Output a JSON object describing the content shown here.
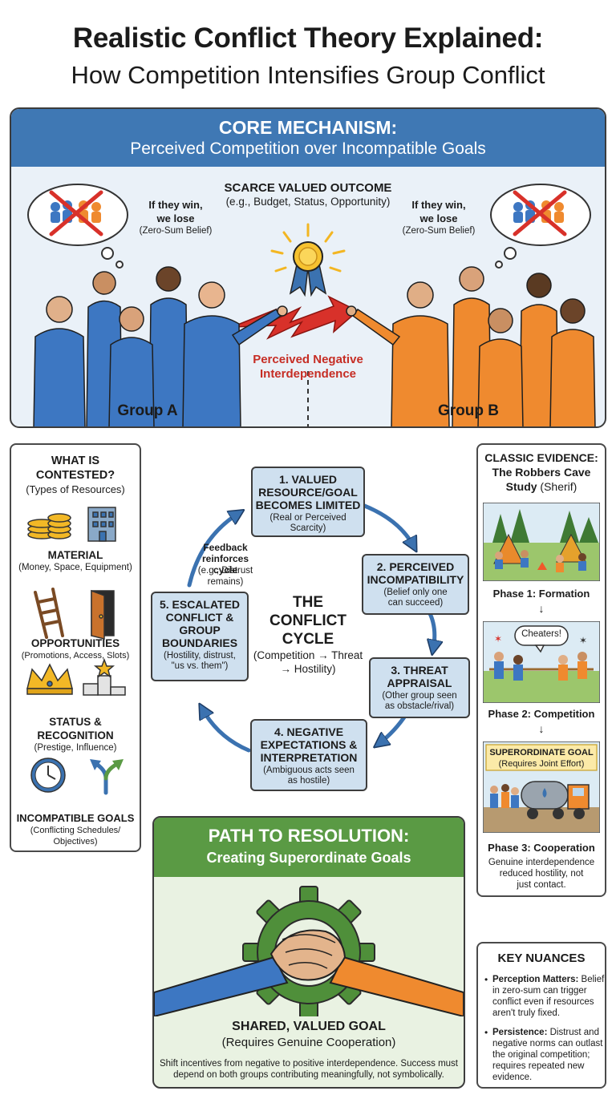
{
  "title": "Realistic Conflict Theory Explained:",
  "subtitle": "How Competition Intensifies Group Conflict",
  "core": {
    "heading": "CORE MECHANISM:",
    "subheading": "Perceived Competition over Incompatible Goals",
    "outcome_title": "SCARCE VALUED OUTCOME",
    "outcome_examples": "(e.g., Budget, Status, Opportunity)",
    "thought_line1": "If they win,",
    "thought_line2": "we lose",
    "thought_note": "(Zero-Sum Belief)",
    "interdependence_line1": "Perceived Negative",
    "interdependence_line2": "Interdependence",
    "group_a": "Group A",
    "group_b": "Group B"
  },
  "contested": {
    "title_line1": "WHAT IS",
    "title_line2": "CONTESTED?",
    "subtitle": "(Types of Resources)",
    "items": [
      {
        "label": "MATERIAL",
        "desc": "(Money, Space, Equipment)"
      },
      {
        "label": "OPPORTUNITIES",
        "desc": "(Promotions, Access, Slots)"
      },
      {
        "label_line1": "STATUS &",
        "label_line2": "RECOGNITION",
        "desc": "(Prestige, Influence)"
      },
      {
        "label": "INCOMPATIBLE GOALS",
        "desc_line1": "(Conflicting Schedules/",
        "desc_line2": "Objectives)"
      }
    ]
  },
  "cycle": {
    "center_line1": "THE",
    "center_line2": "CONFLICT",
    "center_line3": "CYCLE",
    "center_note_line1": "(Competition → Threat",
    "center_note_line2": "→ Hostility)",
    "feedback_line1": "Feedback",
    "feedback_line2": "reinforces cycle",
    "feedback_line3": "(e.g., Distrust",
    "feedback_line4": "remains)",
    "steps": [
      {
        "h1": "1. VALUED",
        "h2": "RESOURCE/GOAL",
        "h3": "BECOMES LIMITED",
        "s1": "(Real or Perceived",
        "s2": "Scarcity)"
      },
      {
        "h1": "2. PERCEIVED",
        "h2": "INCOMPATIBILITY",
        "s1": "(Belief only one",
        "s2": "can succeed)"
      },
      {
        "h1": "3. THREAT",
        "h2": "APPRAISAL",
        "s1": "(Other group seen",
        "s2": "as obstacle/rival)"
      },
      {
        "h1": "4. NEGATIVE",
        "h2": "EXPECTATIONS &",
        "h3": "INTERPRETATION",
        "s1": "(Ambiguous acts seen",
        "s2": "as hostile)"
      },
      {
        "h1": "5. ESCALATED",
        "h2": "CONFLICT &",
        "h3": "GROUP",
        "h4": "BOUNDARIES",
        "s1": "(Hostility, distrust,",
        "s2": "\"us vs. them\")"
      }
    ]
  },
  "evidence": {
    "title_line1": "CLASSIC EVIDENCE:",
    "title_line2": "The Robbers Cave",
    "title_line3_bold": "Study",
    "title_line3_rest": " (Sherif)",
    "phase1": "Phase 1: Formation",
    "speech": "Cheaters!",
    "phase2": "Phase 2: Competition",
    "goal_title": "SUPERORDINATE GOAL",
    "goal_note": "(Requires Joint Effort)",
    "phase3": "Phase 3: Cooperation",
    "note_line1": "Genuine interdependence",
    "note_line2": "reduced hostility, not",
    "note_line3": "just contact."
  },
  "resolution": {
    "heading": "PATH TO RESOLUTION:",
    "subheading": "Creating Superordinate Goals",
    "goal": "SHARED, VALUED GOAL",
    "goal_note": "(Requires Genuine Cooperation)",
    "text_line1": "Shift incentives from negative to positive interdependence. Success must",
    "text_line2": "depend on both groups contributing meaningfully, not symbolically."
  },
  "nuances": {
    "title": "KEY NUANCES",
    "items": [
      {
        "bold": "Perception Matters:",
        "l1": " Belief",
        "l2": "in zero-sum can trigger",
        "l3": "conflict even if resources",
        "l4": "aren't truly fixed."
      },
      {
        "bold": "Persistence:",
        "l1": " Distrust and",
        "l2": "negative norms can outlast",
        "l3": "the original competition;",
        "l4": "requires repeated new",
        "l5": "evidence."
      }
    ]
  },
  "colors": {
    "blue_header": "#3f78b4",
    "green_header": "#5a9a44",
    "group_a": "#3d77c2",
    "group_b": "#ef8a2f",
    "arrow_red": "#d8312a",
    "cycle_arrow": "#3b72b0",
    "box_fill": "#cfe0ef"
  }
}
